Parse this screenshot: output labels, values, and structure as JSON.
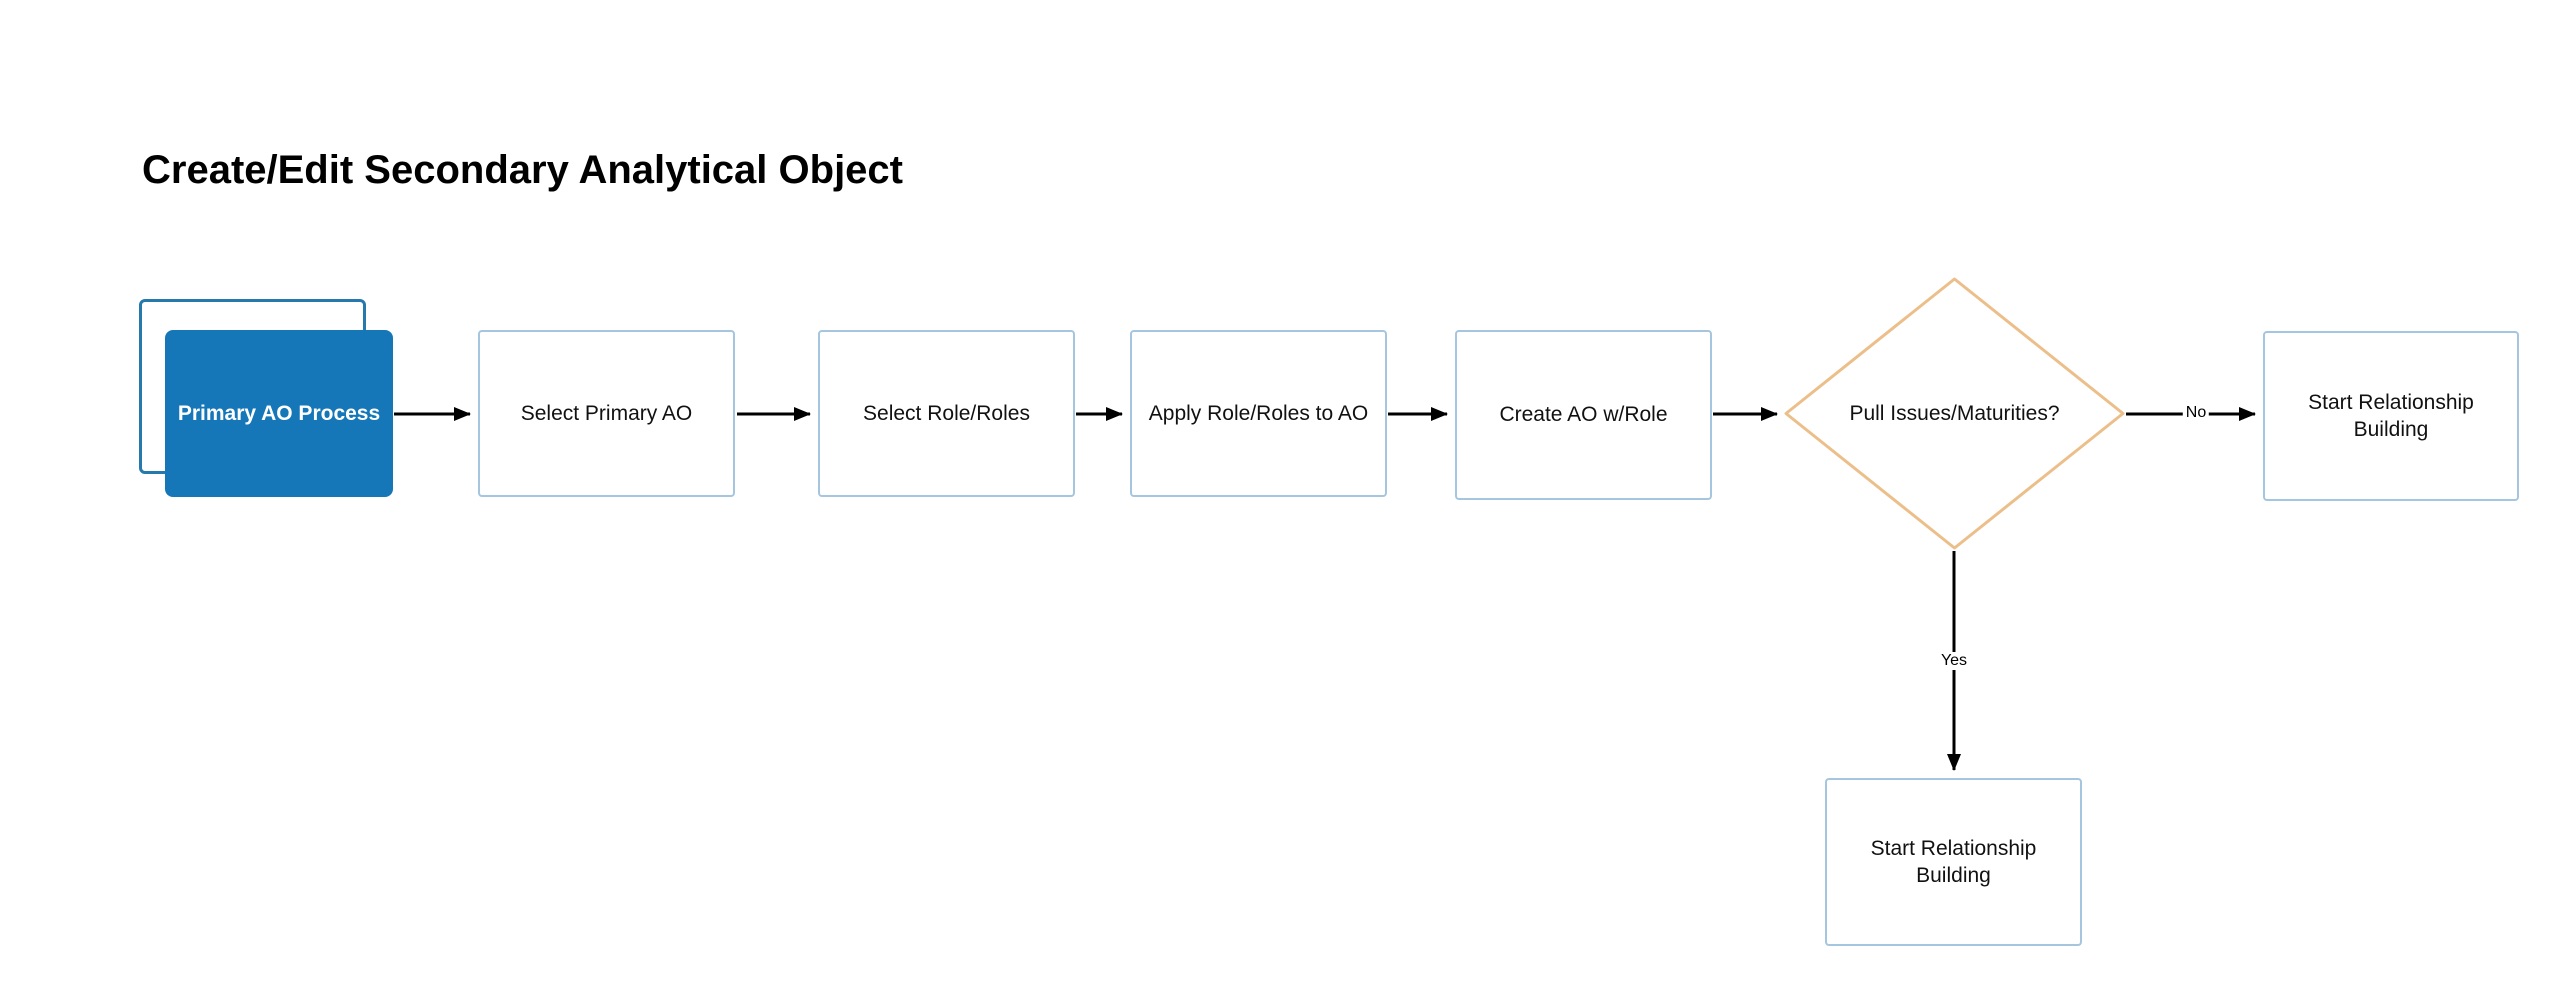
{
  "title": "Create/Edit Secondary Analytical Object",
  "colors": {
    "primary_fill": "#1577b8",
    "primary_border": "#2579ad",
    "box_border": "#a5c6de",
    "decision_border": "#ecbf8a",
    "arrow": "#000000",
    "primary_text": "#ffffff",
    "text": "#111111"
  },
  "flowchart": {
    "nodes": [
      {
        "id": "primary-ao-process",
        "type": "process-highlight",
        "label": "Primary AO Process"
      },
      {
        "id": "select-primary-ao",
        "type": "process",
        "label": "Select Primary AO"
      },
      {
        "id": "select-role-roles",
        "type": "process",
        "label": "Select Role/Roles"
      },
      {
        "id": "apply-role-roles-to-ao",
        "type": "process",
        "label": "Apply Role/Roles to AO"
      },
      {
        "id": "create-ao-w-role",
        "type": "process",
        "label": "Create AO w/Role"
      },
      {
        "id": "pull-issues-maturities",
        "type": "decision",
        "label": "Pull Issues/Maturities?"
      },
      {
        "id": "start-relationship-building-no",
        "type": "process",
        "label": "Start Relationship Building"
      },
      {
        "id": "start-relationship-building-yes",
        "type": "process",
        "label": "Start Relationship Building"
      }
    ],
    "edge_labels": {
      "no": "No",
      "yes": "Yes"
    }
  }
}
